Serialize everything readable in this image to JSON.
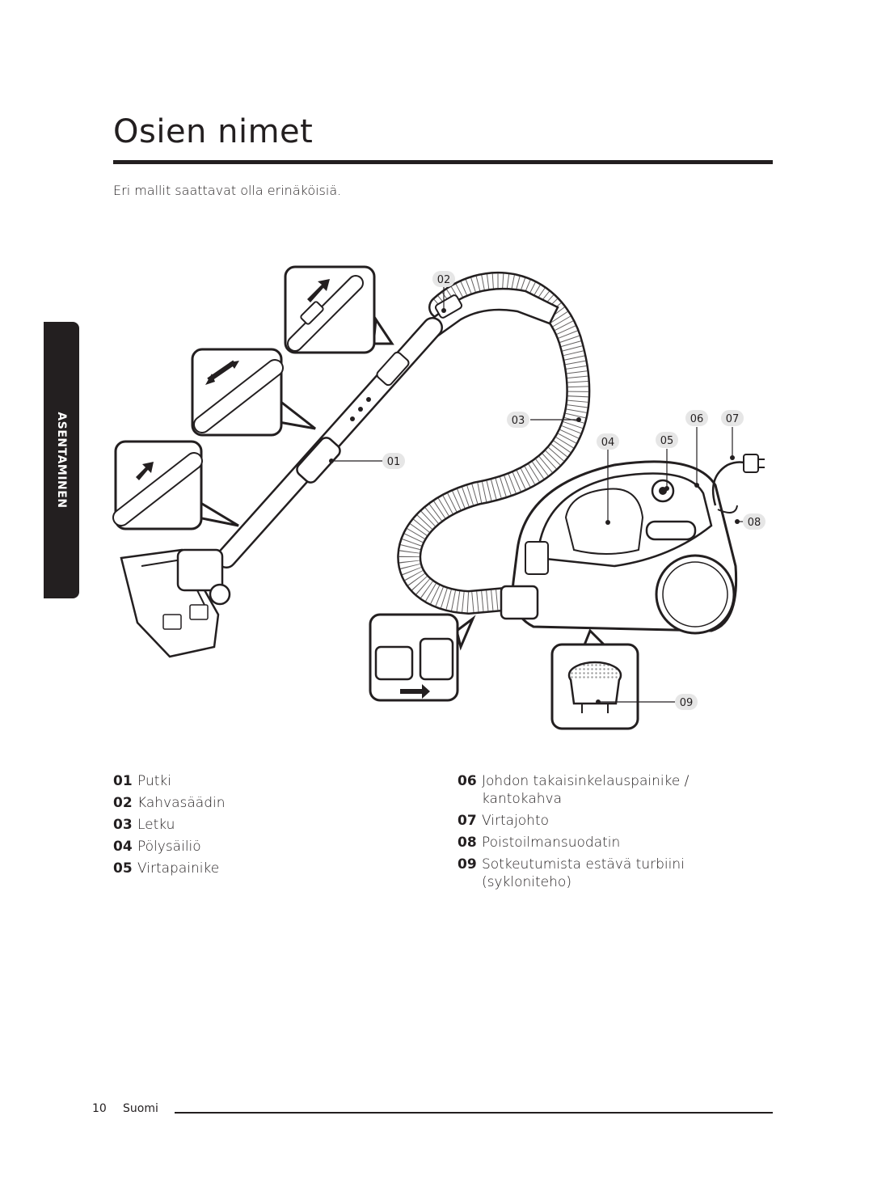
{
  "page": {
    "title": "Osien nimet",
    "subtitle": "Eri mallit saattavat olla erinäköisiä.",
    "side_tab": "ASENTAMINEN",
    "page_number": "10",
    "language": "Suomi"
  },
  "callouts": [
    "01",
    "02",
    "03",
    "04",
    "05",
    "06",
    "07",
    "08",
    "09"
  ],
  "parts_left": [
    {
      "num": "01",
      "label": "Putki"
    },
    {
      "num": "02",
      "label": "Kahvasäädin"
    },
    {
      "num": "03",
      "label": "Letku"
    },
    {
      "num": "04",
      "label": "Pölysäiliö"
    },
    {
      "num": "05",
      "label": "Virtapainike"
    }
  ],
  "parts_right": [
    {
      "num": "06",
      "label": "Johdon takaisinkelauspainike / kantokahva"
    },
    {
      "num": "07",
      "label": "Virtajohto"
    },
    {
      "num": "08",
      "label": "Poistoilmansuodatin"
    },
    {
      "num": "09",
      "label": "Sotkeutumista estävä turbiini (sykloniteho)"
    }
  ]
}
